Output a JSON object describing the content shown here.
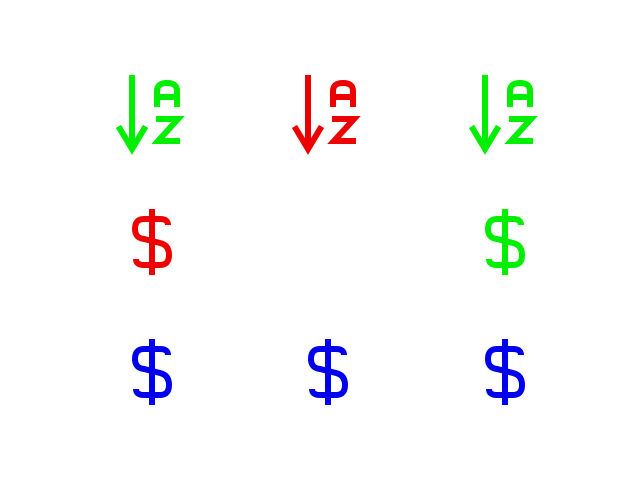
{
  "colors": {
    "green": "#00ee00",
    "red": "#ee0000",
    "blue": "#0000ee"
  },
  "grid": {
    "rows": [
      [
        {
          "icon": "sort-alpha-down-icon",
          "color": "green"
        },
        {
          "icon": "sort-alpha-down-icon",
          "color": "red"
        },
        {
          "icon": "sort-alpha-down-icon",
          "color": "green"
        }
      ],
      [
        {
          "icon": "dollar-icon",
          "color": "red"
        },
        {
          "icon": "",
          "color": ""
        },
        {
          "icon": "dollar-icon",
          "color": "green"
        }
      ],
      [
        {
          "icon": "dollar-icon",
          "color": "blue"
        },
        {
          "icon": "dollar-icon",
          "color": "blue"
        },
        {
          "icon": "dollar-icon",
          "color": "blue"
        }
      ]
    ]
  }
}
